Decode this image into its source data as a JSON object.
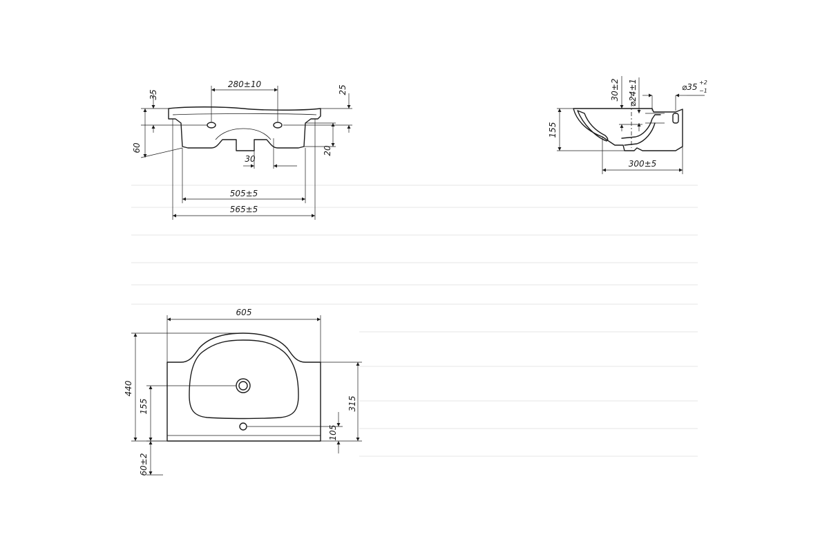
{
  "front_view": {
    "tap_spacing": "280±10",
    "rim_height_left": "35",
    "rim_height_right": "25",
    "body_height": "60",
    "skirt_height": "20",
    "drain_offset": "30",
    "inner_width": "505±5",
    "outer_width": "565±5"
  },
  "side_view": {
    "height": "155",
    "depth": "300±5",
    "rim_offset": "30±2",
    "drain_diameter": "⌀24±1",
    "hole_diameter": "⌀35",
    "hole_tolerance_upper": "+2",
    "hole_tolerance_lower": "−1"
  },
  "top_view": {
    "total_width": "605",
    "total_depth": "440",
    "drain_distance": "155",
    "bowl_depth": "315",
    "overflow_distance": "105",
    "rear_flange": "60±2"
  },
  "colors": {
    "line": "#1a1a1a",
    "background": "#ffffff",
    "ghost_text": "#e9e9e9"
  }
}
